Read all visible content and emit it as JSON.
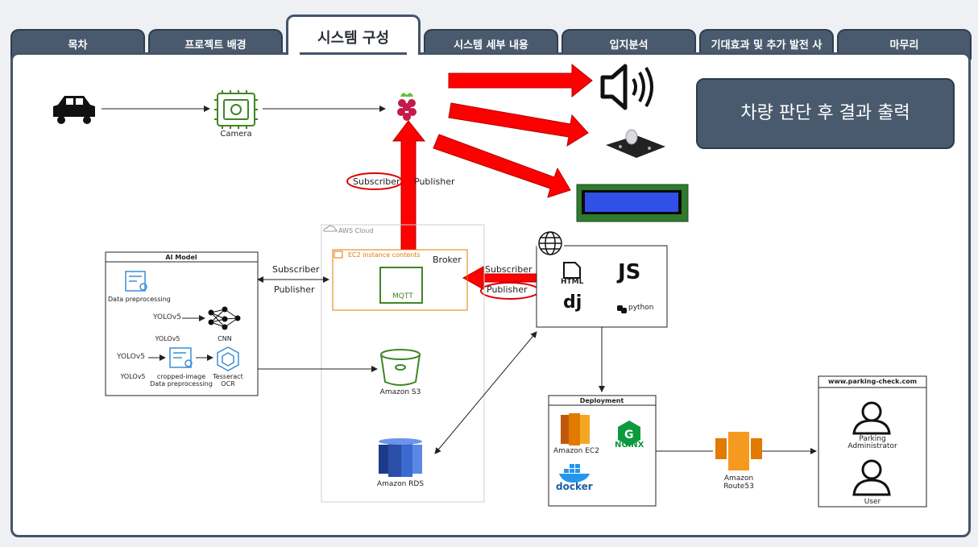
{
  "tabs": [
    {
      "label": "목차"
    },
    {
      "label": "프로젝트 배경"
    },
    {
      "label": "시스템 구성"
    },
    {
      "label": "시스템 세부 내용"
    },
    {
      "label": "입지분석"
    },
    {
      "label": "기대효과 및 추가 발전 사"
    },
    {
      "label": "마무리"
    }
  ],
  "active_tab": "시스템 구성",
  "callout": "차량 판단 후 결과 출력",
  "diagram": {
    "camera_label": "Camera",
    "subscriber_top": "Subscriber",
    "publisher_top": "Publisher",
    "aws_cloud": "AWS Cloud",
    "ec2_instance": "EC2 instance contents",
    "broker": "Broker",
    "mqtt": "MQTT",
    "amazon_s3": "Amazon S3",
    "amazon_rds": "Amazon RDS",
    "ai_model": {
      "title": "AI Model",
      "data_preprocessing": "Data preprocessing",
      "yolo1": "YOLOv5",
      "yolo2": "YOLOv5",
      "cnn": "CNN",
      "yolo3": "YOLOv5",
      "yolo4": "YOLOv5",
      "cropped": "cropped-image",
      "cropped2": "Data preprocessing",
      "tesseract": "Tesseract",
      "ocr": "OCR"
    },
    "ai_subscriber": "Subscriber",
    "ai_publisher": "Publisher",
    "web_subscriber": "Subscriber",
    "web_publisher": "Publisher",
    "web": {
      "html": "HTML",
      "js": "JS",
      "dj": "dj",
      "python": "python"
    },
    "deployment": {
      "title": "Deployment",
      "ec2": "Amazon EC2",
      "nginx": "NGINX",
      "docker": "docker"
    },
    "route53": "Amazon",
    "route53b": "Route53",
    "site": {
      "title": "www.parking-check.com",
      "admin1": "Parking",
      "admin2": "Administrator",
      "user": "User"
    }
  },
  "colors": {
    "tab": "#4a5a6e",
    "frame": "#44546a",
    "arrow": "#ff0000",
    "aws_orange": "#e07b00",
    "green": "#3f8624",
    "raspberry": "#c51a4a"
  }
}
